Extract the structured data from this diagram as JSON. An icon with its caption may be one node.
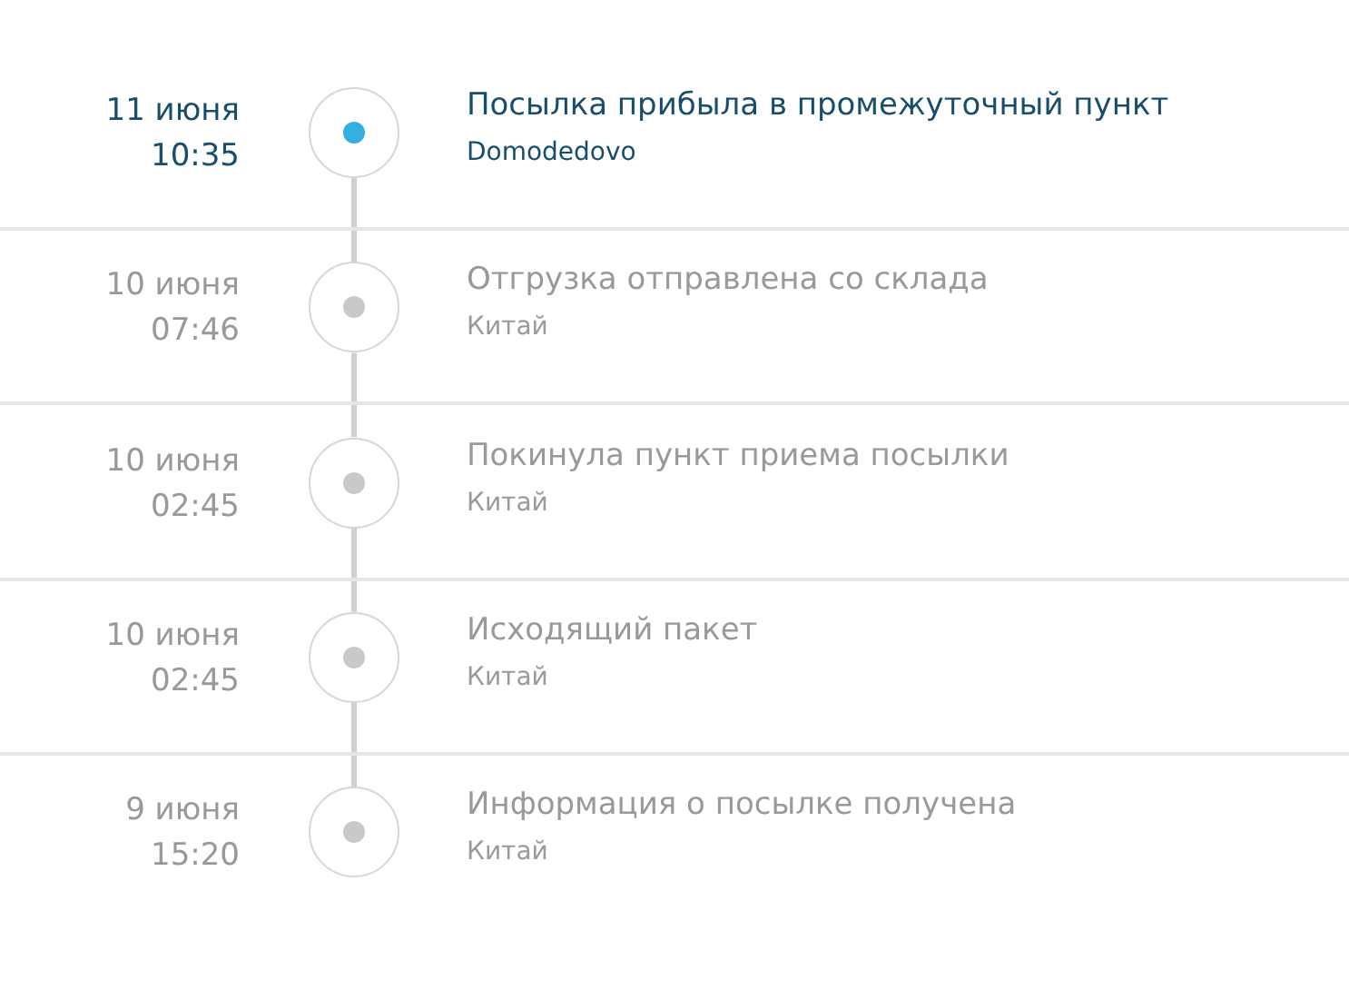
{
  "diagram": {
    "nodes": [
      {
        "text": [],
        "shape": "circle",
        "beside": [
          "11 июня 10:35",
          "Посылка прибыла в промежуточный пункт",
          "Domodedovo"
        ]
      },
      {
        "text": [],
        "shape": "circle",
        "beside": [
          "10 июня 07:46",
          "Отгрузка отправлена со склада",
          "Китай"
        ]
      },
      {
        "text": [],
        "shape": "circle",
        "beside": [
          "10 июня 02:45",
          "Покинула пункт приема посылки",
          "Китай"
        ]
      },
      {
        "text": [],
        "shape": "circle",
        "beside": [
          "10 июня 02:45",
          "Исходящий пакет",
          "Китай"
        ]
      },
      {
        "text": [],
        "shape": "circle",
        "beside": [
          "9 июня 15:20",
          "Информация о посылке получена",
          "Китай"
        ]
      }
    ],
    "edges": [
      {
        "from": 0,
        "to": 1,
        "arrow": "none"
      },
      {
        "from": 1,
        "to": 2,
        "arrow": "none"
      },
      {
        "from": 2,
        "to": 3,
        "arrow": "none"
      },
      {
        "from": 3,
        "to": 4,
        "arrow": "none"
      }
    ]
  }
}
